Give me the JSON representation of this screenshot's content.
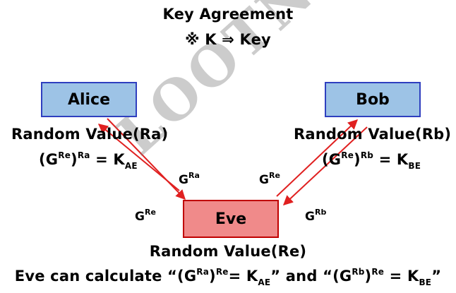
{
  "title": {
    "line1": "Key Agreement",
    "line2": "※ K ⇒ Key"
  },
  "nodes": {
    "alice": {
      "label": "Alice",
      "fill": "#9DC3E6",
      "border": "#2F3FBF"
    },
    "bob": {
      "label": "Bob",
      "fill": "#9DC3E6",
      "border": "#2F3FBF"
    },
    "eve": {
      "label": "Eve",
      "fill": "#F08A8A",
      "border": "#C00000"
    }
  },
  "alice_text": {
    "random": "Random Value(Ra)",
    "calc_base": "(G",
    "calc_exp1": "Re",
    "calc_close": ")",
    "calc_exp2": "Ra",
    "calc_eq": " = K",
    "calc_sub": "AE"
  },
  "bob_text": {
    "random": "Random Value(Rb)",
    "calc_base": "(G",
    "calc_exp1": "Re",
    "calc_close": ")",
    "calc_exp2": "Rb",
    "calc_eq": " = K",
    "calc_sub": "BE"
  },
  "eve_text": {
    "random": "Random Value(Re)"
  },
  "edge_labels": {
    "alice_to_eve": {
      "base": "G",
      "exp": "Ra"
    },
    "eve_to_alice": {
      "base": "G",
      "exp": "Re"
    },
    "eve_to_bob": {
      "base": "G",
      "exp": "Re"
    },
    "bob_to_eve": {
      "base": "G",
      "exp": "Rb"
    }
  },
  "conclusion": {
    "p1": "Eve can calculate “(G",
    "e1": "Ra",
    "p2": ")",
    "e2": "Re",
    "p3": "= K",
    "s1": "AE",
    "p4": "” and “(G",
    "e3": "Rb",
    "p5": ")",
    "e4": "Re",
    "p6": " = K",
    "s2": "BE",
    "p7": "”"
  },
  "watermark": "LOOTNIP",
  "arrow_color": "#E02020"
}
